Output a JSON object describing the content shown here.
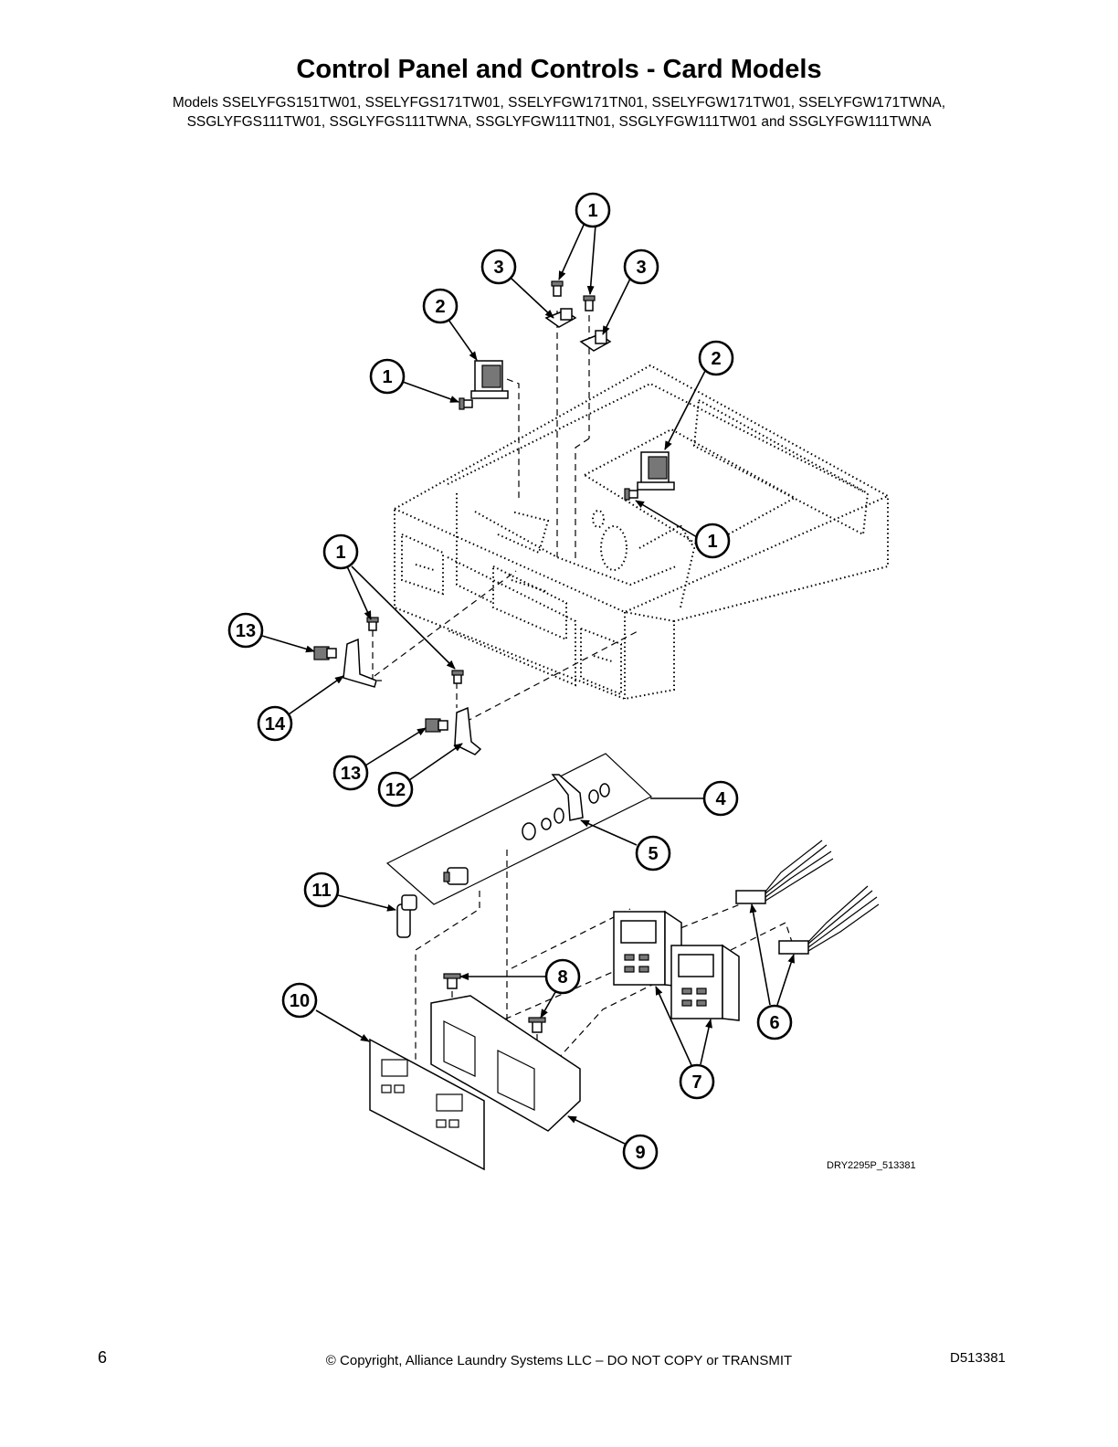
{
  "header": {
    "title": "Control Panel and Controls - Card Models",
    "models_line1": "Models SSELYFGS151TW01, SSELYFGS171TW01, SSELYFGW171TN01, SSELYFGW171TW01, SSELYFGW171TWNA,",
    "models_line2": "SSGLYFGS111TW01, SSGLYFGS111TWNA, SSGLYFGW111TN01, SSGLYFGW111TW01 and SSGLYFGW111TWNA"
  },
  "diagram": {
    "reference_code": "DRY2295P_513381",
    "callouts": [
      "1",
      "3",
      "3",
      "2",
      "1",
      "2",
      "1",
      "1",
      "13",
      "14",
      "13",
      "12",
      "4",
      "5",
      "11",
      "6",
      "8",
      "10",
      "7",
      "9"
    ]
  },
  "footer": {
    "page_number": "6",
    "copyright": "© Copyright, Alliance Laundry Systems LLC – DO NOT COPY or TRANSMIT",
    "document_number": "D513381"
  }
}
